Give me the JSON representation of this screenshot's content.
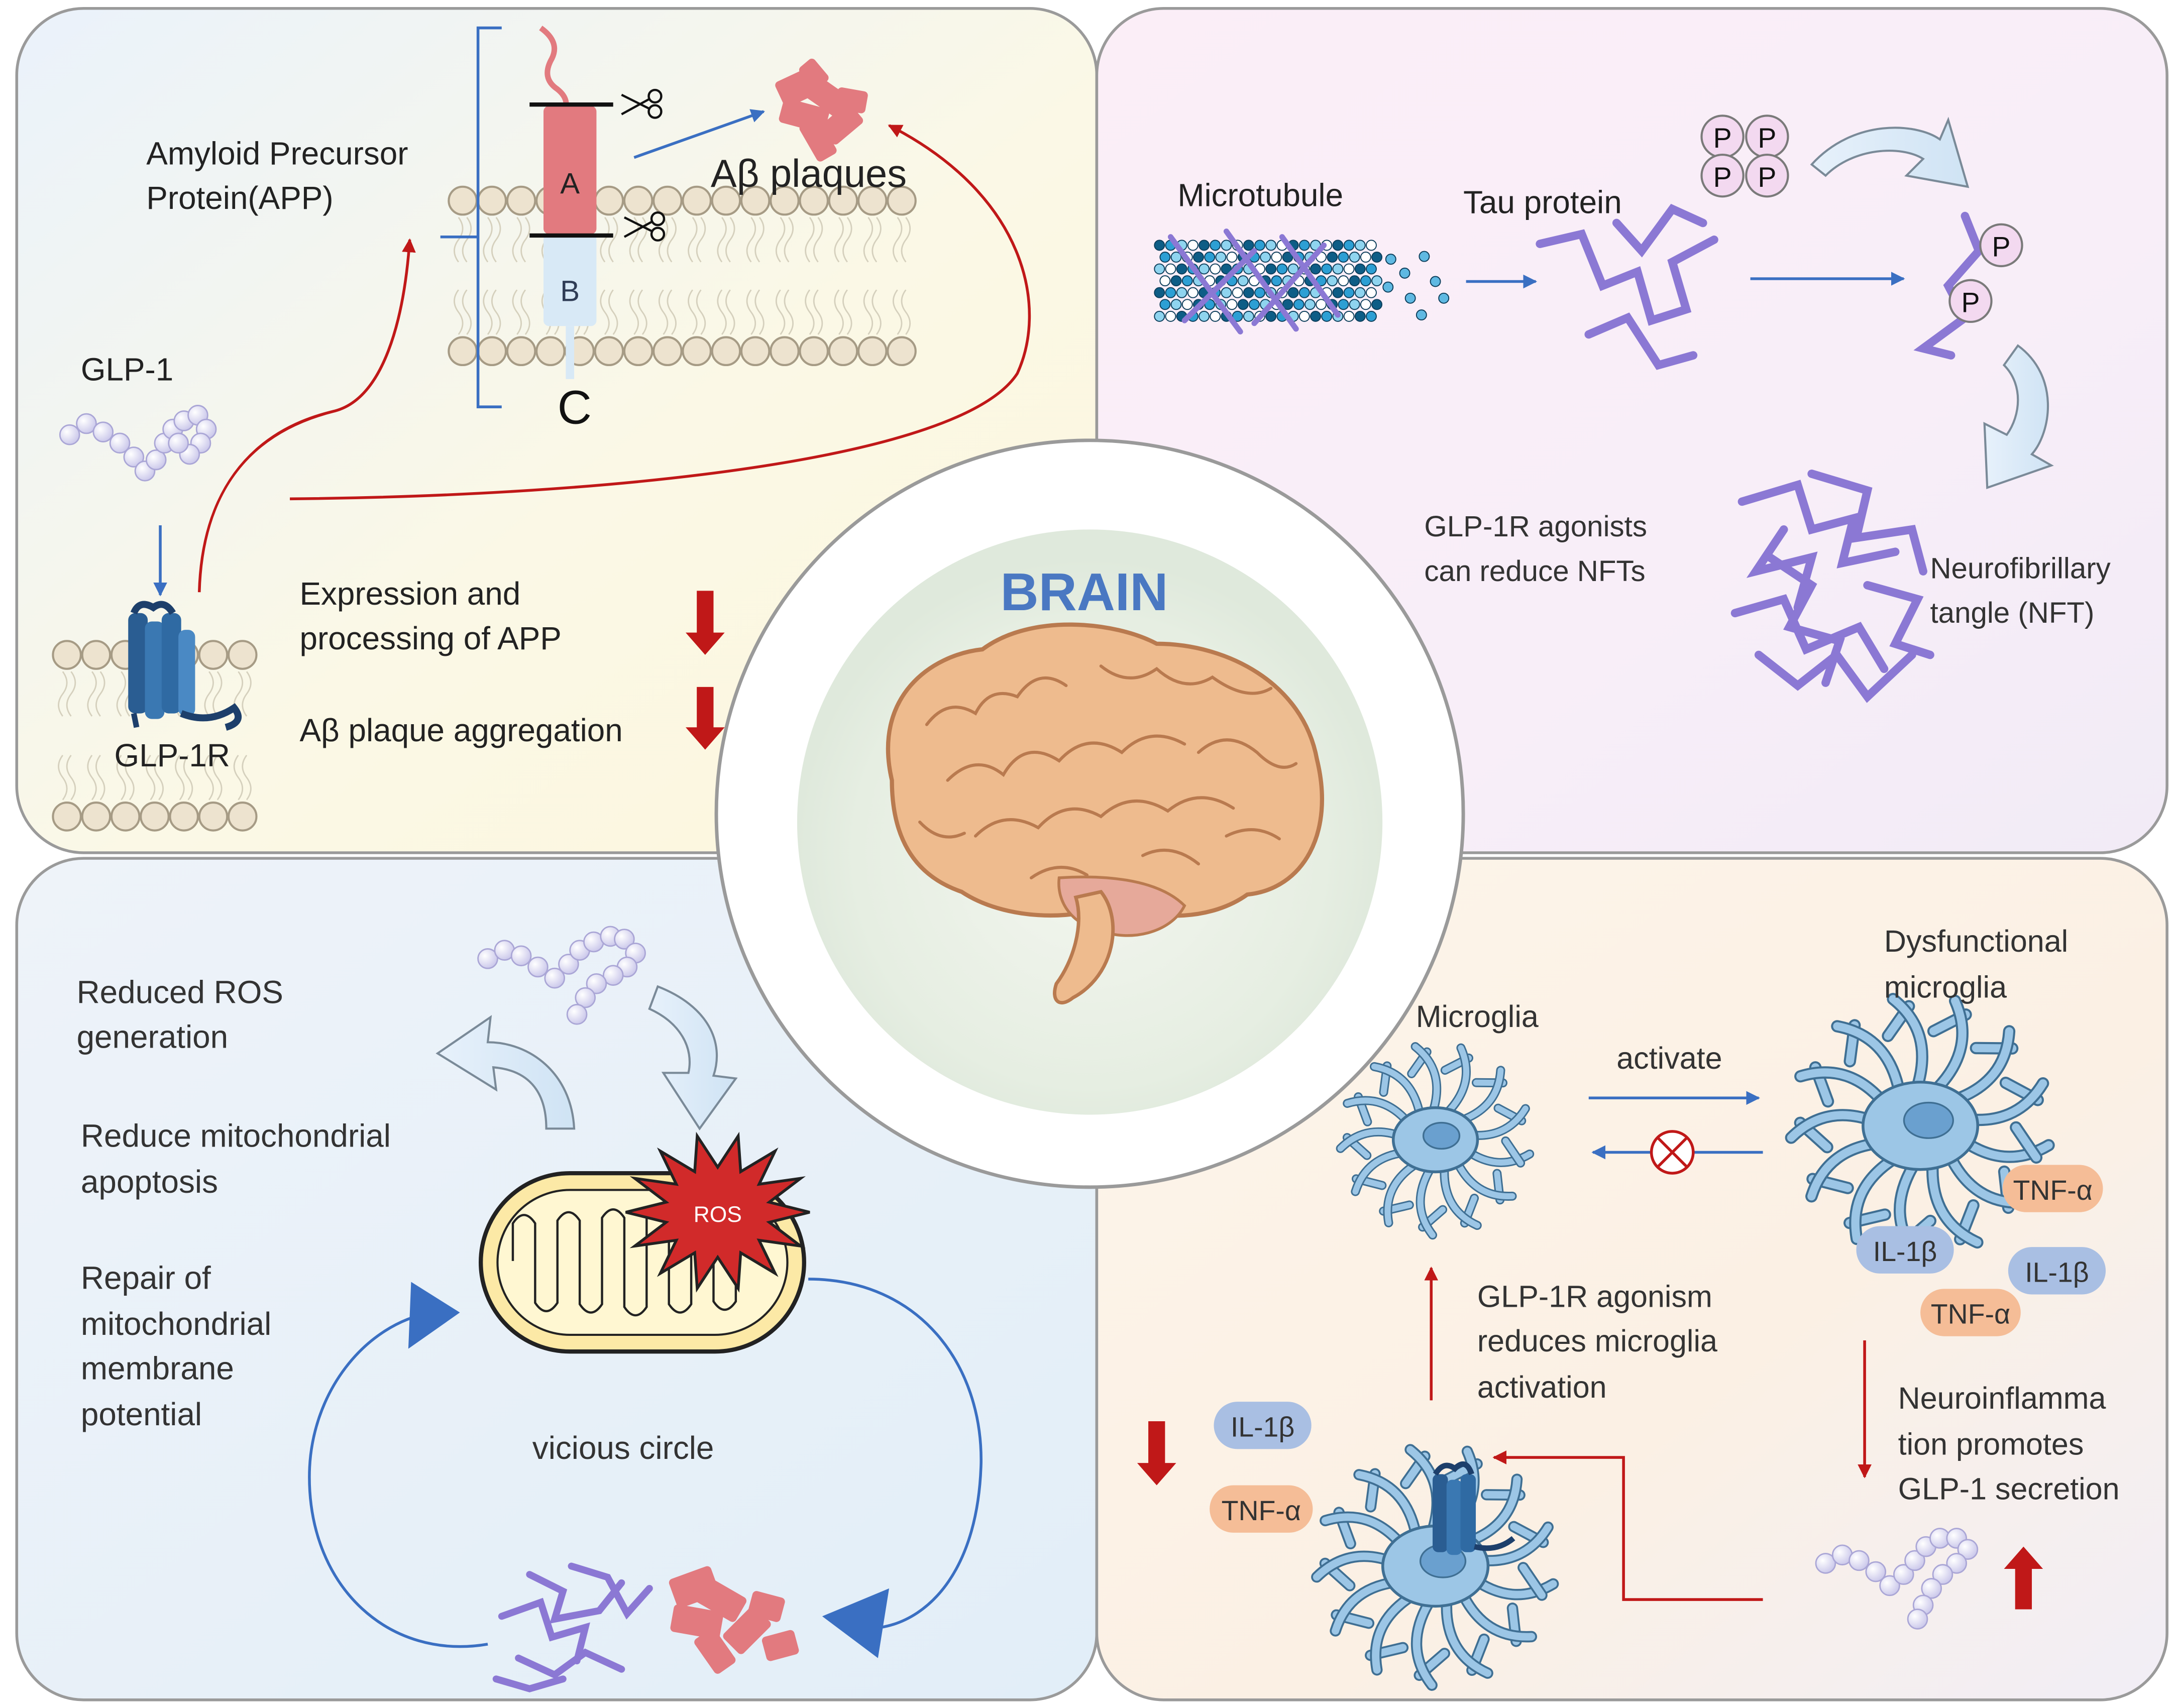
{
  "center": {
    "title": "BRAIN"
  },
  "amyloid": {
    "app_label_line1": "Amyloid Precursor",
    "app_label_line2": "Protein(APP)",
    "domain_a": "A",
    "domain_b": "B",
    "domain_c": "C",
    "plaques_label": "Aβ plaques",
    "glp1_label": "GLP-1",
    "glp1r_label": "GLP-1R",
    "effect1_line1": "Expression and",
    "effect1_line2": "processing of APP",
    "effect2": "Aβ plaque aggregation"
  },
  "tau": {
    "microtubule_label": "Microtubule",
    "tau_label": "Tau protein",
    "phospho_symbol": "P",
    "agonist_line1": "GLP-1R agonists",
    "agonist_line2": "can reduce NFTs",
    "nft_line1": "Neurofibrillary",
    "nft_line2": "tangle (NFT)"
  },
  "mitochondria": {
    "ros_line1": "Reduced ROS",
    "ros_line2": "generation",
    "apoptosis_line1": "Reduce mitochondrial",
    "apoptosis_line2": "apoptosis",
    "repair_line1": "Repair of",
    "repair_line2": "mitochondrial",
    "repair_line3": "membrane",
    "repair_line4": "potential",
    "ros_badge": "ROS",
    "circle_label": "vicious circle"
  },
  "microglia": {
    "microglia_label": "Microglia",
    "dysfunctional_line1": "Dysfunctional",
    "dysfunctional_line2": "microglia",
    "activate_label": "activate",
    "agonism_line1": "GLP-1R agonism",
    "agonism_line2": "reduces microglia",
    "agonism_line3": "activation",
    "neuro_line1": "Neuroinflamma",
    "neuro_line2": "tion promotes",
    "neuro_line3": "GLP-1 secretion",
    "il1b": "IL-1β",
    "tnfa": "TNF-α"
  },
  "colors": {
    "arrow_blue": "#3a6fc2",
    "arrow_red": "#c01818",
    "title_blue": "#4a78c2",
    "tau_purple": "#8b78d4",
    "plaque_pink": "#e27a7f",
    "microglia_blue": "#9cc6e6",
    "cytokine_blue": "#a9bfe3",
    "cytokine_orange": "#f5bd97"
  }
}
